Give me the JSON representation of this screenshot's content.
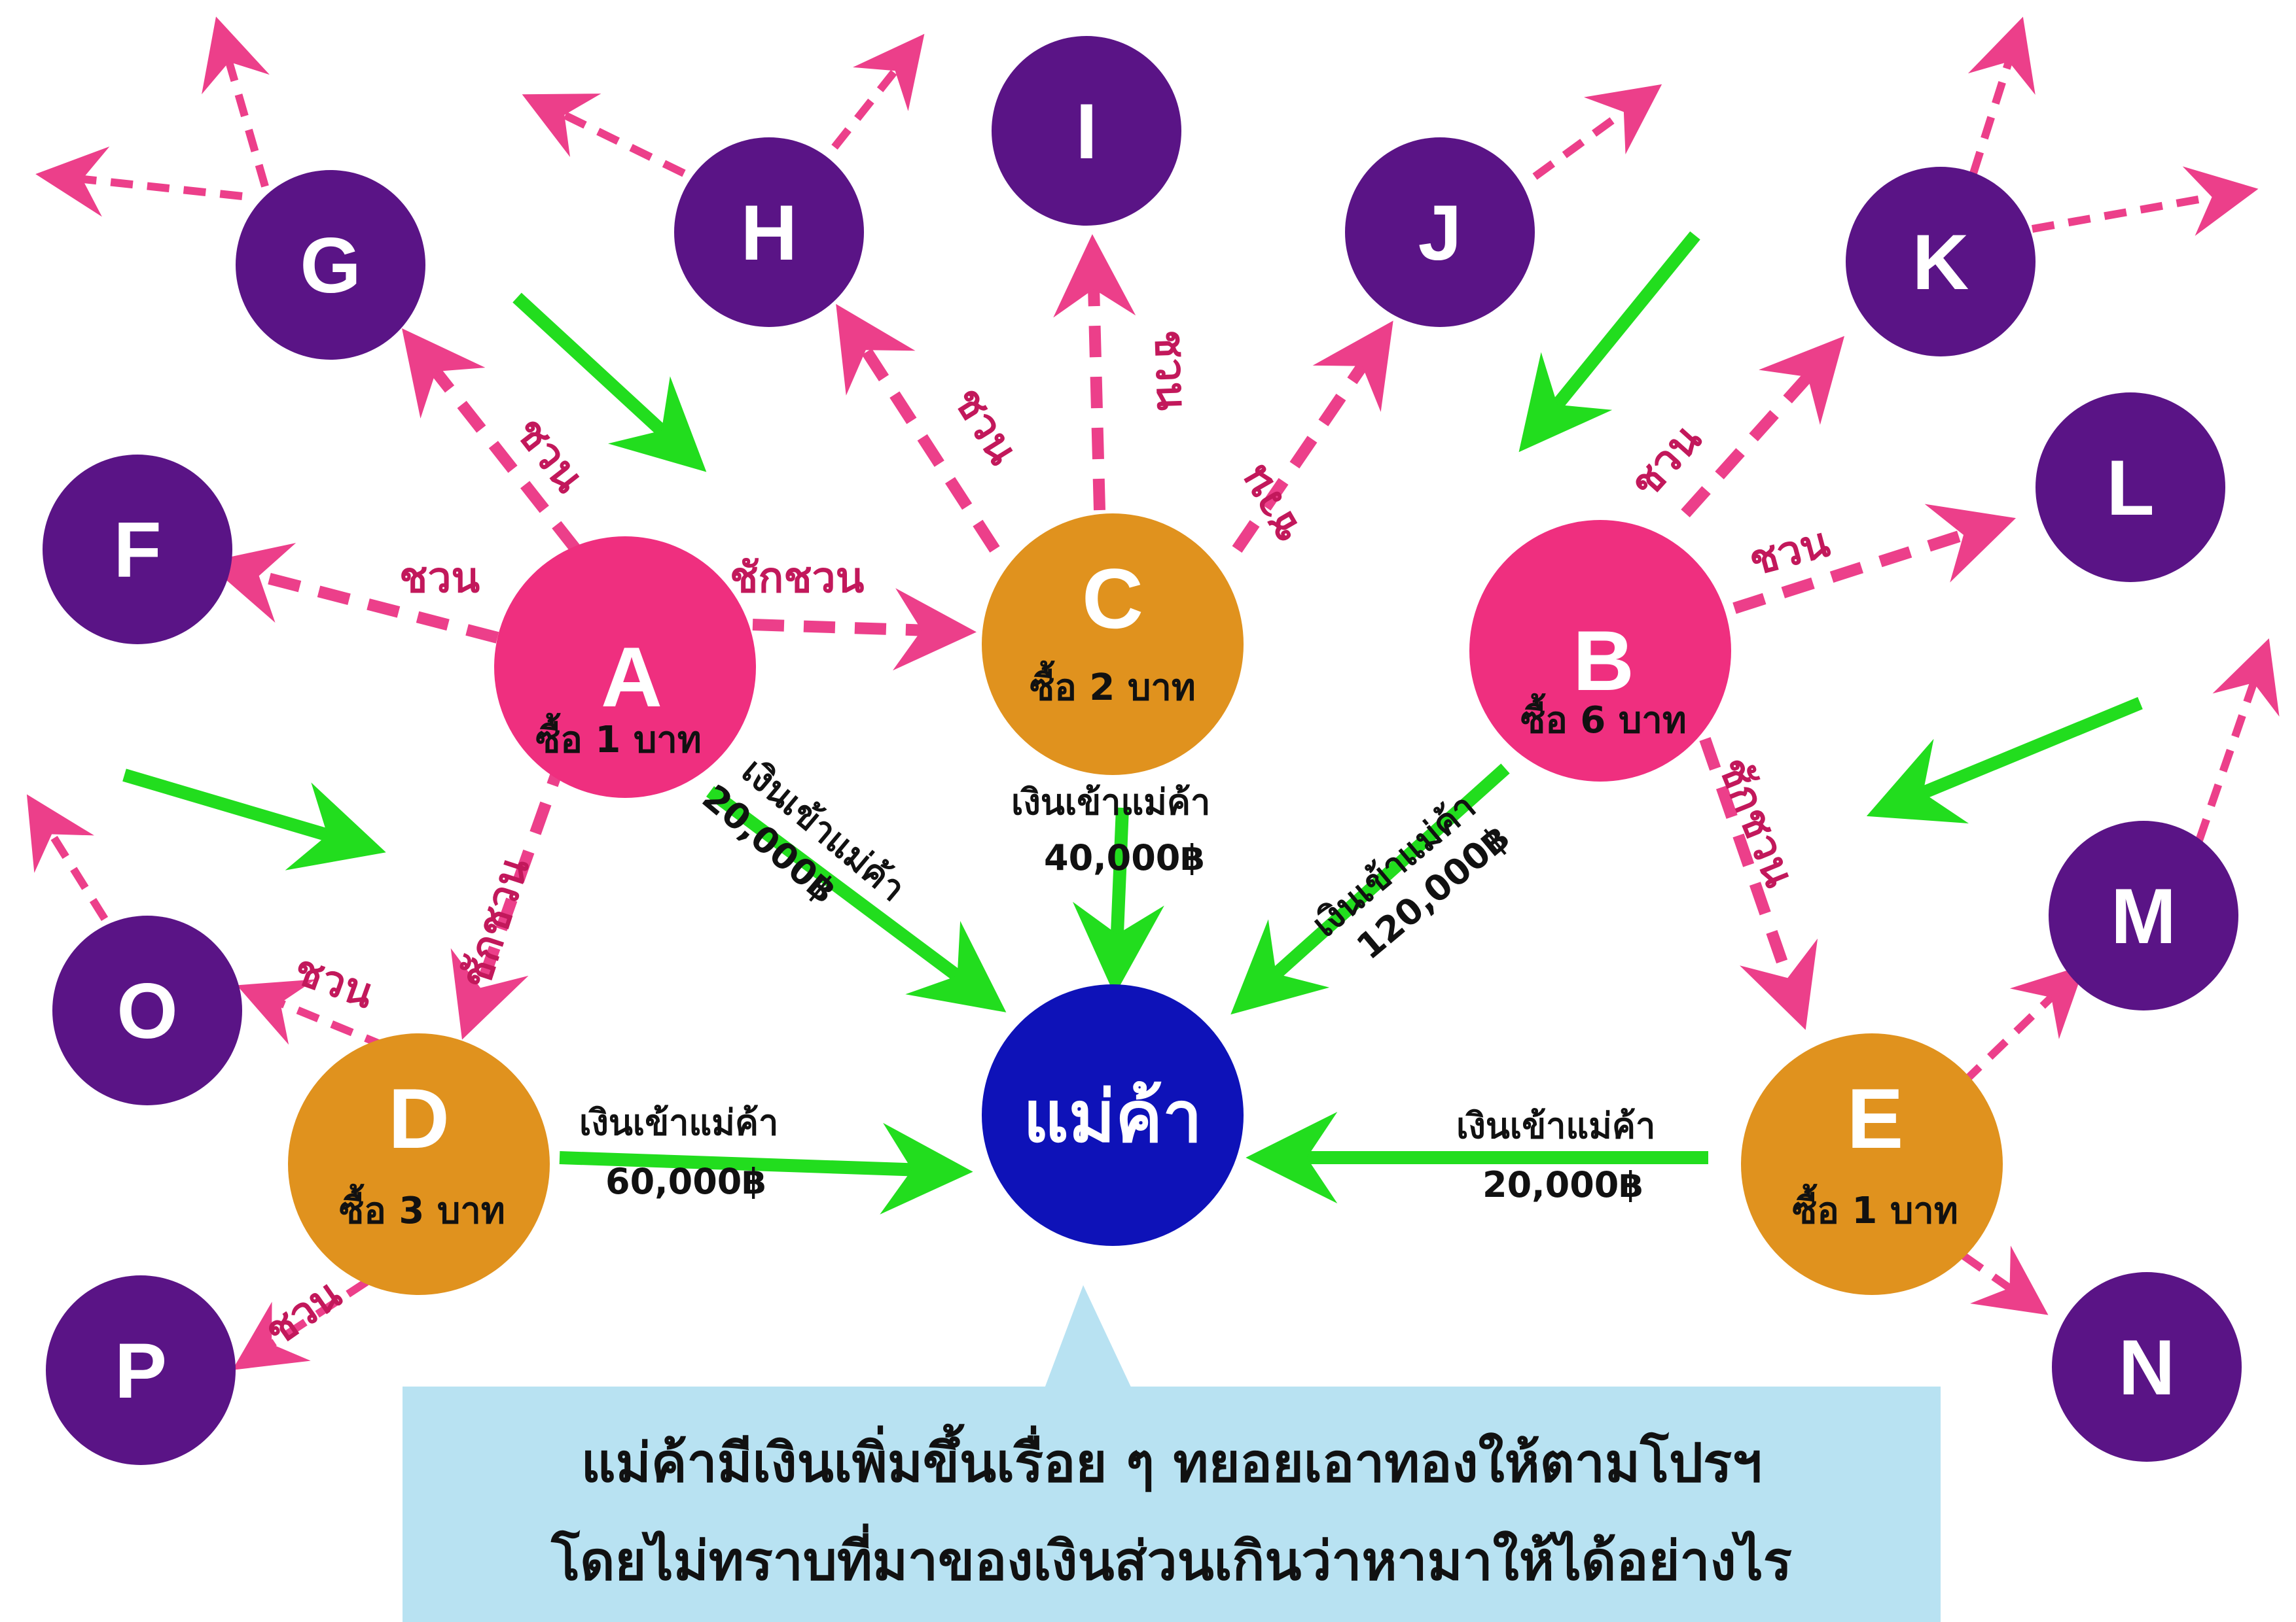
{
  "colors": {
    "purple": "#5a1486",
    "pink": "#ef2f7f",
    "orange": "#e0921e",
    "blue": "#0e12b8",
    "green": "#22dd1e",
    "invite_arrow": "#ec3f8a",
    "invite_text": "#c2185b",
    "callout": "#b8e2f2"
  },
  "center": {
    "label": "แม่ค้า"
  },
  "buyers": {
    "A": {
      "letter": "A",
      "sub": "ซื้อ 1 บาท"
    },
    "B": {
      "letter": "B",
      "sub": "ซื้อ 6 บาท"
    },
    "C": {
      "letter": "C",
      "sub": "ซื้อ 2 บาท"
    },
    "D": {
      "letter": "D",
      "sub": "ซื้อ 3 บาท"
    },
    "E": {
      "letter": "E",
      "sub": "ซื้อ 1 บาท"
    }
  },
  "recruits": {
    "F": "F",
    "G": "G",
    "H": "H",
    "I": "I",
    "J": "J",
    "K": "K",
    "L": "L",
    "M": "M",
    "N": "N",
    "O": "O",
    "P": "P"
  },
  "labels": {
    "invite": "ชวน",
    "persuade": "ชักชวน"
  },
  "money": {
    "caption": "เงินเข้าแม่ค้า",
    "A": "20,000฿",
    "C": "40,000฿",
    "B": "120,000฿",
    "D": "60,000฿",
    "E": "20,000฿"
  },
  "callout": {
    "line1": "แม่ค้ามีเงินเพิ่มขึ้นเรื่อย ๆ ทยอยเอาทองให้ตามโปรฯ",
    "line2": "โดยไม่ทราบที่มาของเงินส่วนเกินว่าหามาให้ได้อย่างไร"
  }
}
